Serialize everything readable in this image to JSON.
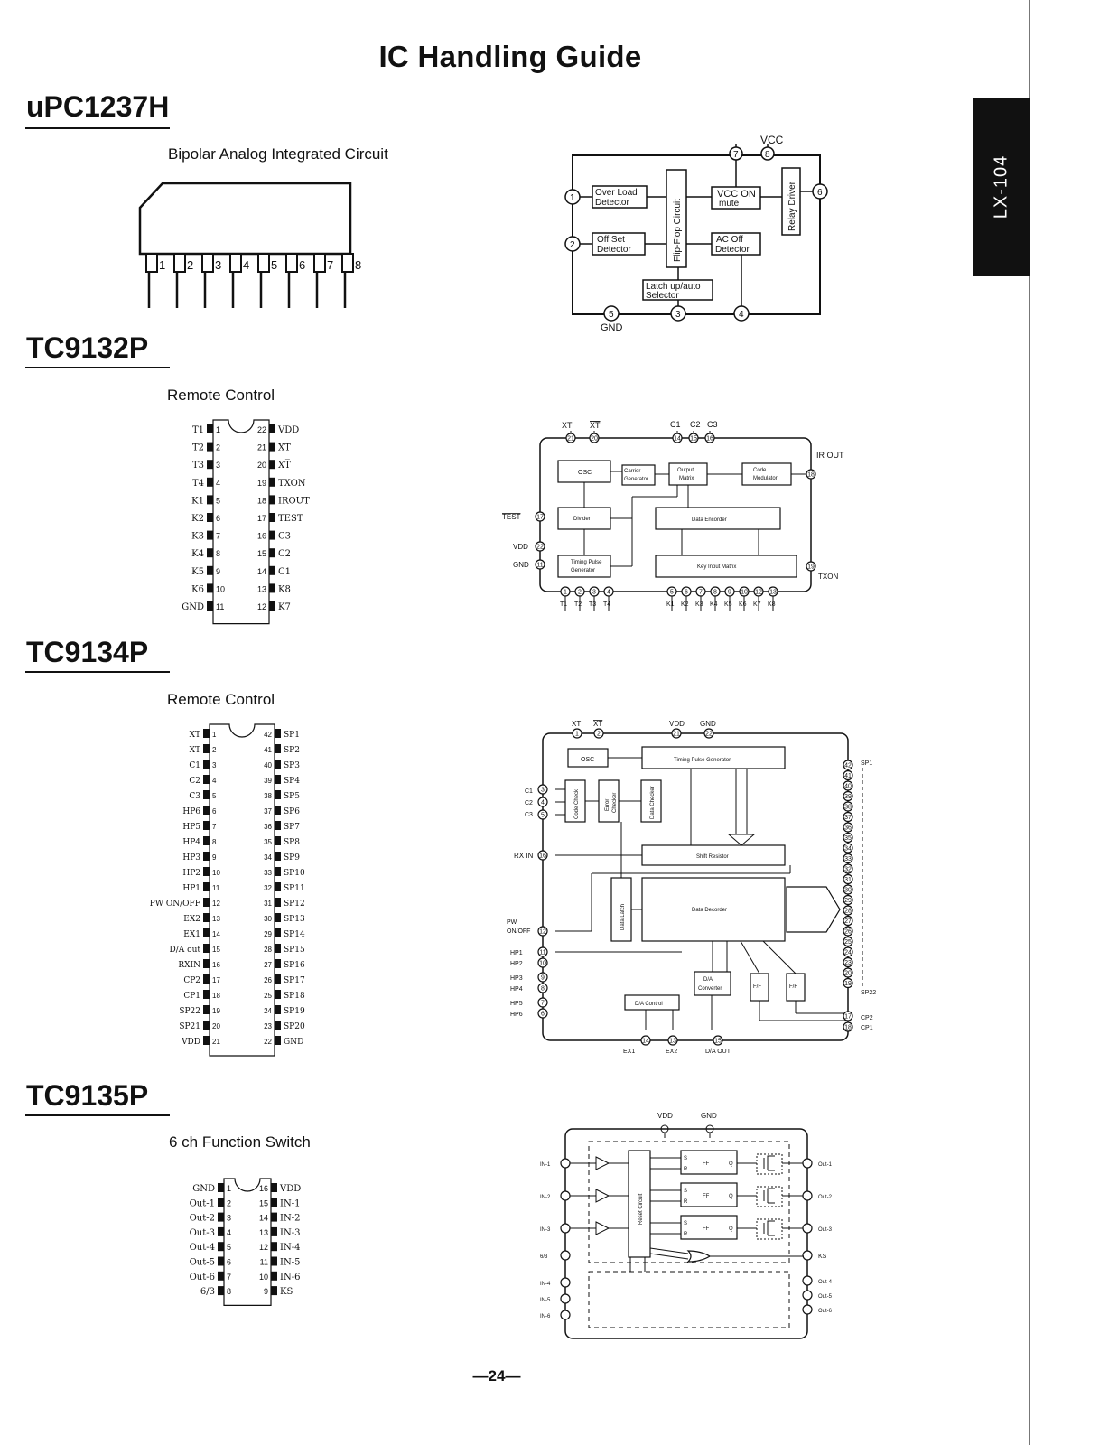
{
  "title": "IC Handling Guide",
  "side_tab": "LX-104",
  "page_number": "—24—",
  "upc1237h": {
    "name": "uPC1237H",
    "subtitle": "Bipolar Analog Integrated Circuit",
    "package_pins": [
      "1",
      "2",
      "3",
      "4",
      "5",
      "6",
      "7",
      "8"
    ],
    "diagram": {
      "vcc": "VCC",
      "gnd": "GND",
      "pins": [
        "7",
        "8",
        "1",
        "2",
        "6",
        "5",
        "3",
        "4"
      ],
      "over_load_1": "Over Load",
      "over_load_2": "Detector",
      "offset_1": "Off Set",
      "offset_2": "Detector",
      "flipflop": "Flip-Flop  Circuit",
      "vcc_on_1": "VCC ON",
      "vcc_on_2": "mute",
      "ac_off_1": "AC Off",
      "ac_off_2": "Detector",
      "relay": "Relay Driver",
      "latch_1": "Latch up/auto",
      "latch_2": "Selector"
    }
  },
  "tc9132p": {
    "name": "TC9132P",
    "subtitle": "Remote Control",
    "left_pins": [
      {
        "n": "1",
        "l": "T1"
      },
      {
        "n": "2",
        "l": "T2"
      },
      {
        "n": "3",
        "l": "T3"
      },
      {
        "n": "4",
        "l": "T4"
      },
      {
        "n": "5",
        "l": "K1"
      },
      {
        "n": "6",
        "l": "K2"
      },
      {
        "n": "7",
        "l": "K3"
      },
      {
        "n": "8",
        "l": "K4"
      },
      {
        "n": "9",
        "l": "K5"
      },
      {
        "n": "10",
        "l": "K6"
      },
      {
        "n": "11",
        "l": "GND"
      }
    ],
    "right_pins": [
      {
        "n": "22",
        "l": "VDD"
      },
      {
        "n": "21",
        "l": "XT"
      },
      {
        "n": "20",
        "l": "XT̅"
      },
      {
        "n": "19",
        "l": "TXON"
      },
      {
        "n": "18",
        "l": "IROUT"
      },
      {
        "n": "17",
        "l": "TEST"
      },
      {
        "n": "16",
        "l": "C3"
      },
      {
        "n": "15",
        "l": "C2"
      },
      {
        "n": "14",
        "l": "C1"
      },
      {
        "n": "13",
        "l": "K8"
      },
      {
        "n": "12",
        "l": "K7"
      }
    ],
    "diagram": {
      "xt": "XT",
      "xtb": "XT",
      "c1": "C1",
      "c2": "C2",
      "c3": "C3",
      "ir_out": "IR OUT",
      "osc": "OSC",
      "carrier_1": "Carrier",
      "carrier_2": "Generator",
      "output_1": "Output",
      "output_2": "Matrix",
      "code_1": "Code",
      "code_2": "Modulator",
      "divider": "Divider",
      "data_encorder": "Data Encorder",
      "timing_1": "Timing Pulse",
      "timing_2": "Generator",
      "key_input": "Key  Input Matrix",
      "test": "TEST",
      "vdd": "VDD",
      "gnd": "GND",
      "txon": "TXON",
      "top_pins": [
        "21",
        "20",
        "14",
        "15",
        "16"
      ],
      "left_pins": [
        "17",
        "22",
        "11"
      ],
      "right_pins": [
        "18",
        "19"
      ],
      "bottom_pins": [
        "1",
        "2",
        "3",
        "4",
        "5",
        "6",
        "7",
        "8",
        "9",
        "10",
        "12",
        "13"
      ],
      "t_labels": [
        "T1",
        "T2",
        "T3",
        "T4"
      ],
      "k_labels": [
        "K1",
        "K2",
        "K3",
        "K4",
        "K5",
        "K6",
        "K7",
        "K8"
      ]
    }
  },
  "tc9134p": {
    "name": "TC9134P",
    "subtitle": "Remote Control",
    "left_pins": [
      {
        "n": "1",
        "l": "XT"
      },
      {
        "n": "2",
        "l": "XT"
      },
      {
        "n": "3",
        "l": "C1"
      },
      {
        "n": "4",
        "l": "C2"
      },
      {
        "n": "5",
        "l": "C3"
      },
      {
        "n": "6",
        "l": "HP6"
      },
      {
        "n": "7",
        "l": "HP5"
      },
      {
        "n": "8",
        "l": "HP4"
      },
      {
        "n": "9",
        "l": "HP3"
      },
      {
        "n": "10",
        "l": "HP2"
      },
      {
        "n": "11",
        "l": "HP1"
      },
      {
        "n": "12",
        "l": "PW ON/OFF"
      },
      {
        "n": "13",
        "l": "EX2"
      },
      {
        "n": "14",
        "l": "EX1"
      },
      {
        "n": "15",
        "l": "D/A out"
      },
      {
        "n": "16",
        "l": "RXIN"
      },
      {
        "n": "17",
        "l": "CP2"
      },
      {
        "n": "18",
        "l": "CP1"
      },
      {
        "n": "19",
        "l": "SP22"
      },
      {
        "n": "20",
        "l": "SP21"
      },
      {
        "n": "21",
        "l": "VDD"
      }
    ],
    "right_pins": [
      {
        "n": "42",
        "l": "SP1"
      },
      {
        "n": "41",
        "l": "SP2"
      },
      {
        "n": "40",
        "l": "SP3"
      },
      {
        "n": "39",
        "l": "SP4"
      },
      {
        "n": "38",
        "l": "SP5"
      },
      {
        "n": "37",
        "l": "SP6"
      },
      {
        "n": "36",
        "l": "SP7"
      },
      {
        "n": "35",
        "l": "SP8"
      },
      {
        "n": "34",
        "l": "SP9"
      },
      {
        "n": "33",
        "l": "SP10"
      },
      {
        "n": "32",
        "l": "SP11"
      },
      {
        "n": "31",
        "l": "SP12"
      },
      {
        "n": "30",
        "l": "SP13"
      },
      {
        "n": "29",
        "l": "SP14"
      },
      {
        "n": "28",
        "l": "SP15"
      },
      {
        "n": "27",
        "l": "SP16"
      },
      {
        "n": "26",
        "l": "SP17"
      },
      {
        "n": "25",
        "l": "SP18"
      },
      {
        "n": "24",
        "l": "SP19"
      },
      {
        "n": "23",
        "l": "SP20"
      },
      {
        "n": "22",
        "l": "GND"
      }
    ],
    "diagram": {
      "xt": "XT",
      "xtb": "XT",
      "vdd": "VDD",
      "gnd": "GND",
      "osc": "OSC",
      "timing": "Timing Pulse Generator",
      "code_check": "Code Check",
      "error_checker_1": "Error",
      "error_checker_2": "Checker",
      "data_checker": "Data Checker",
      "shift": "Shift Resistor",
      "data_latch": "Data Latch",
      "data_decorder": "Data  Decorder",
      "da_conv_1": "D/A",
      "da_conv_2": "Converter",
      "ff": "F/F",
      "da_control": "D/A Control",
      "c1": "C1",
      "c2": "C2",
      "c3": "C3",
      "rx_in": "RX IN",
      "pw_1": "PW",
      "pw_2": "ON/OFF",
      "hp": [
        "HP1",
        "HP2",
        "HP3",
        "HP4",
        "HP5",
        "HP6"
      ],
      "sp1": "SP1",
      "sp22": "SP22",
      "cp2": "CP2",
      "cp1": "CP1",
      "ex1": "EX1",
      "ex2": "EX2",
      "da_out": "D/A OUT",
      "top_pins": [
        "1",
        "2",
        "21",
        "22"
      ],
      "left_pins": [
        "3",
        "4",
        "5",
        "16",
        "12",
        "11",
        "10",
        "9",
        "8",
        "7",
        "6"
      ],
      "right_pins": [
        "42",
        "41",
        "40",
        "39",
        "38",
        "37",
        "36",
        "35",
        "34",
        "33",
        "32",
        "31",
        "30",
        "29",
        "28",
        "27",
        "26",
        "25",
        "24",
        "23",
        "20",
        "19",
        "17",
        "18"
      ],
      "bottom_pins": [
        "15",
        "14",
        "13"
      ]
    }
  },
  "tc9135p": {
    "name": "TC9135P",
    "subtitle": "6 ch Function Switch",
    "left_pins": [
      {
        "n": "1",
        "l": "GND"
      },
      {
        "n": "2",
        "l": "Out-1"
      },
      {
        "n": "3",
        "l": "Out-2"
      },
      {
        "n": "4",
        "l": "Out-3"
      },
      {
        "n": "5",
        "l": "Out-4"
      },
      {
        "n": "6",
        "l": "Out-5"
      },
      {
        "n": "7",
        "l": "Out-6"
      },
      {
        "n": "8",
        "l": "6/3"
      }
    ],
    "right_pins": [
      {
        "n": "16",
        "l": "VDD"
      },
      {
        "n": "15",
        "l": "IN-1"
      },
      {
        "n": "14",
        "l": "IN-2"
      },
      {
        "n": "13",
        "l": "IN-3"
      },
      {
        "n": "12",
        "l": "IN-4"
      },
      {
        "n": "11",
        "l": "IN-5"
      },
      {
        "n": "10",
        "l": "IN-6"
      },
      {
        "n": "9",
        "l": "KS"
      }
    ],
    "diagram": {
      "vdd": "VDD",
      "gnd": "GND",
      "inputs": [
        "IN-1",
        "IN-2",
        "IN-3"
      ],
      "sixthree": "6/3",
      "inputs_low": [
        "IN-4",
        "IN-5",
        "IN-6"
      ],
      "reset": "Reset Circuit",
      "s": "S",
      "r": "R",
      "ff": "FF",
      "q": "Q",
      "outs": [
        "Out-1",
        "Out-2",
        "Out-3"
      ],
      "ks": "KS",
      "outs_low": [
        "Out-4",
        "Out-5",
        "Out-6"
      ]
    }
  }
}
